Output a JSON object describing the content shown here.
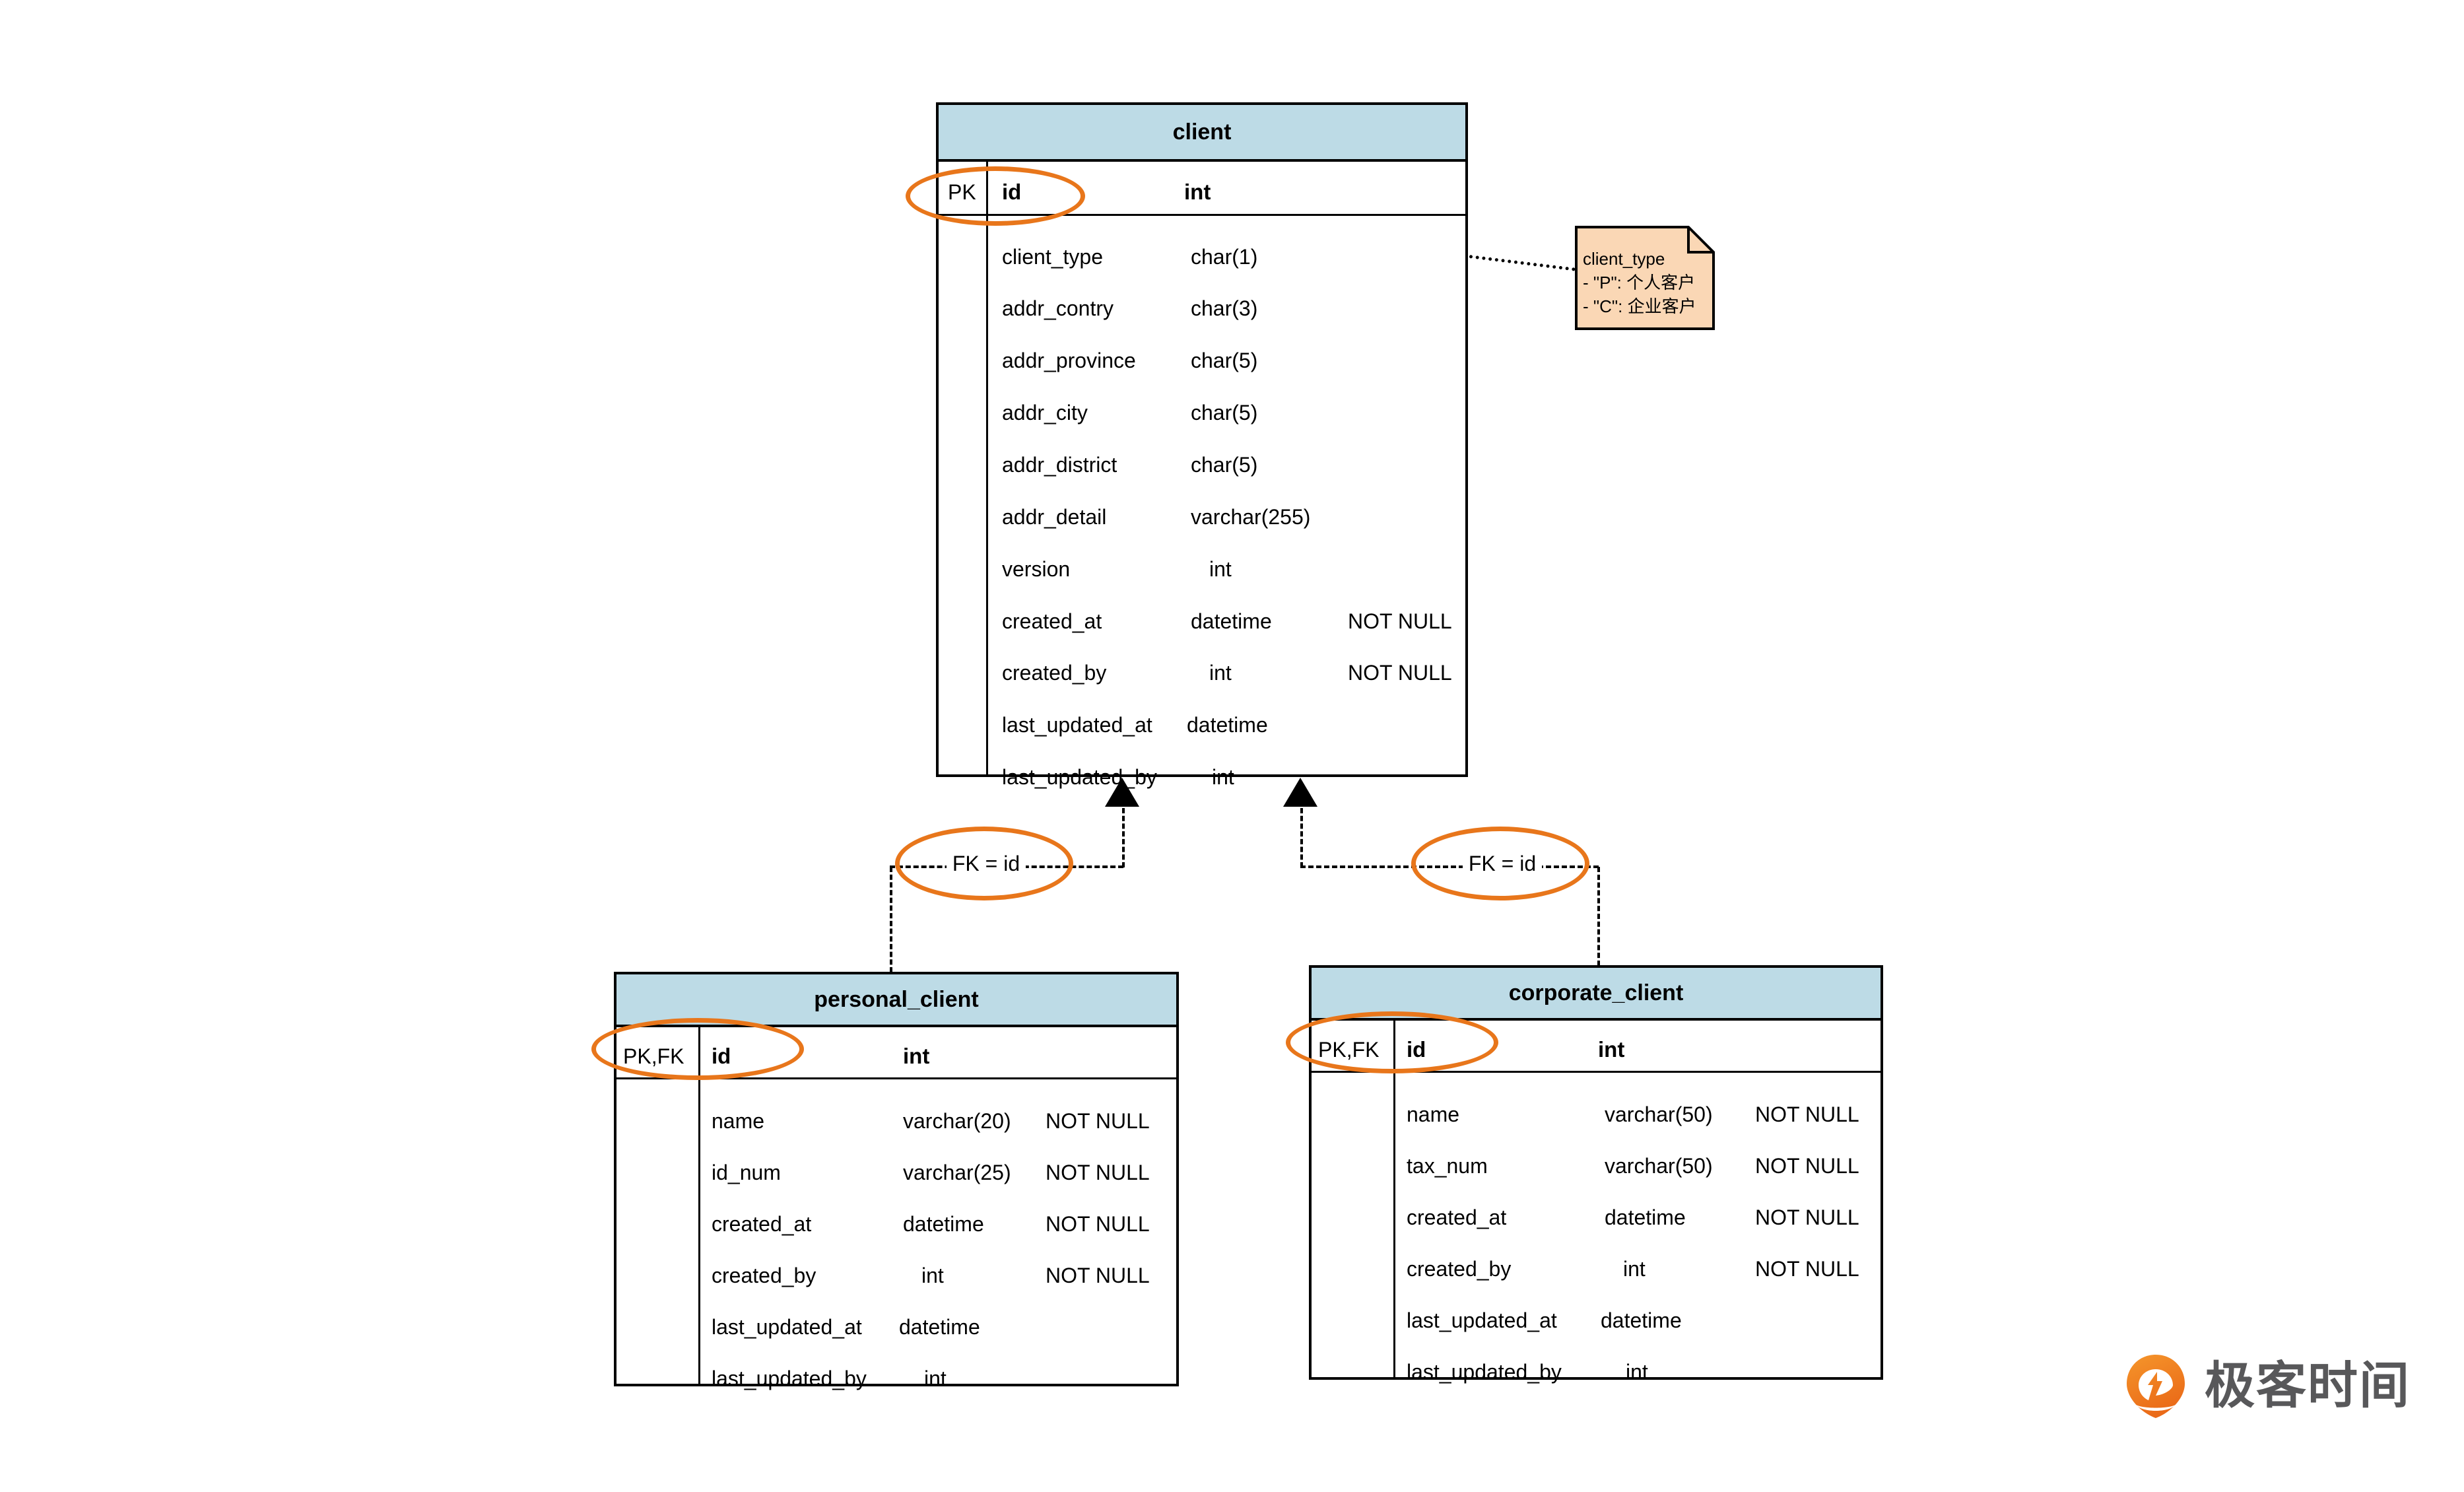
{
  "diagram": {
    "type": "er-diagram",
    "colors": {
      "entity_header_fill": "#bddbe6",
      "entity_border": "#000000",
      "note_fill": "#fad7b5",
      "highlight_orange": "#e8761b",
      "watermark_gray": "#58585a",
      "watermark_orange": "#f07c22"
    }
  },
  "entities": [
    {
      "id": "client",
      "title": "client",
      "pk_row": {
        "key": "PK",
        "name": "id",
        "type": "int",
        "constraint": ""
      },
      "fields": [
        {
          "name": "client_type",
          "type": "char(1)",
          "constraint": ""
        },
        {
          "name": "addr_contry",
          "type": "char(3)",
          "constraint": ""
        },
        {
          "name": "addr_province",
          "type": "char(5)",
          "constraint": ""
        },
        {
          "name": "addr_city",
          "type": "char(5)",
          "constraint": ""
        },
        {
          "name": "addr_district",
          "type": "char(5)",
          "constraint": ""
        },
        {
          "name": "addr_detail",
          "type": "varchar(255)",
          "constraint": ""
        },
        {
          "name": "version",
          "type": "int",
          "constraint": ""
        },
        {
          "name": "created_at",
          "type": "datetime",
          "constraint": "NOT NULL"
        },
        {
          "name": "created_by",
          "type": "int",
          "constraint": "NOT NULL"
        },
        {
          "name": "last_updated_at",
          "type": "datetime",
          "constraint": ""
        },
        {
          "name": "last_updated_by",
          "type": "int",
          "constraint": ""
        }
      ]
    },
    {
      "id": "personal_client",
      "title": "personal_client",
      "pk_row": {
        "key": "PK,FK",
        "name": "id",
        "type": "int",
        "constraint": ""
      },
      "fields": [
        {
          "name": "name",
          "type": "varchar(20)",
          "constraint": "NOT NULL"
        },
        {
          "name": "id_num",
          "type": "varchar(25)",
          "constraint": "NOT NULL"
        },
        {
          "name": "created_at",
          "type": "datetime",
          "constraint": "NOT NULL"
        },
        {
          "name": "created_by",
          "type": "int",
          "constraint": "NOT NULL"
        },
        {
          "name": "last_updated_at",
          "type": "datetime",
          "constraint": ""
        },
        {
          "name": "last_updated_by",
          "type": "int",
          "constraint": ""
        }
      ]
    },
    {
      "id": "corporate_client",
      "title": "corporate_client",
      "pk_row": {
        "key": "PK,FK",
        "name": "id",
        "type": "int",
        "constraint": ""
      },
      "fields": [
        {
          "name": "name",
          "type": "varchar(50)",
          "constraint": "NOT NULL"
        },
        {
          "name": "tax_num",
          "type": "varchar(50)",
          "constraint": "NOT NULL"
        },
        {
          "name": "created_at",
          "type": "datetime",
          "constraint": "NOT NULL"
        },
        {
          "name": "created_by",
          "type": "int",
          "constraint": "NOT NULL"
        },
        {
          "name": "last_updated_at",
          "type": "datetime",
          "constraint": ""
        },
        {
          "name": "last_updated_by",
          "type": "int",
          "constraint": ""
        }
      ]
    }
  ],
  "note": {
    "title": "client_type",
    "line1": "- \"P\": 个人客户",
    "line2": "- \"C\": 企业客户"
  },
  "relationships": [
    {
      "id": "personal-to-client",
      "label": "FK = id"
    },
    {
      "id": "corporate-to-client",
      "label": "FK = id"
    }
  ],
  "watermark": {
    "text": "极客时间"
  }
}
